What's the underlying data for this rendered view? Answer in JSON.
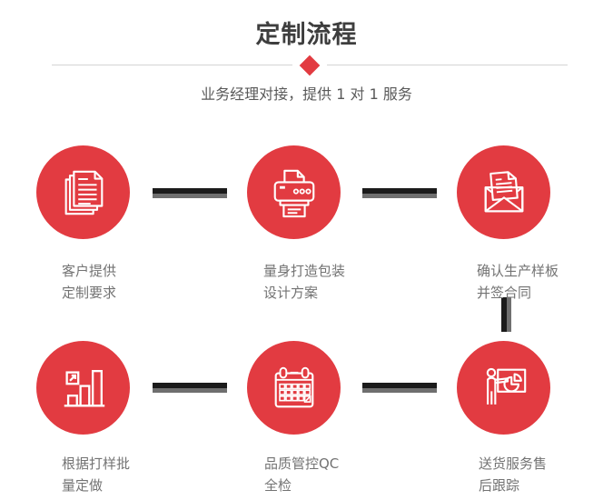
{
  "header": {
    "title": "定制流程",
    "subtitle": "业务经理对接，提供 1 对 1 服务"
  },
  "colors": {
    "accent_red": "#e23b41",
    "connector_dark": "#1b1b1b",
    "connector_gray": "#6f6f6f",
    "divider_gray": "#d4d4d4",
    "title_gray": "#3e3e3e",
    "subtitle_gray": "#595959",
    "label_gray": "#737373"
  },
  "steps": [
    {
      "icon": "documents-icon",
      "label_line1": "客户提供",
      "label_line2": "定制要求"
    },
    {
      "icon": "printer-icon",
      "label_line1": "量身打造包装",
      "label_line2": "设计方案"
    },
    {
      "icon": "open-envelope-icon",
      "label_line1": "确认生产样板",
      "label_line2": "并签合同"
    },
    {
      "icon": "bar-chart-icon",
      "label_line1": "根据打样批",
      "label_line2": "量定做"
    },
    {
      "icon": "calendar-icon",
      "label_line1": "品质管控QC",
      "label_line2": "全检"
    },
    {
      "icon": "presentation-board-icon",
      "label_line1": "送货服务售",
      "label_line2": "后跟踪"
    }
  ]
}
